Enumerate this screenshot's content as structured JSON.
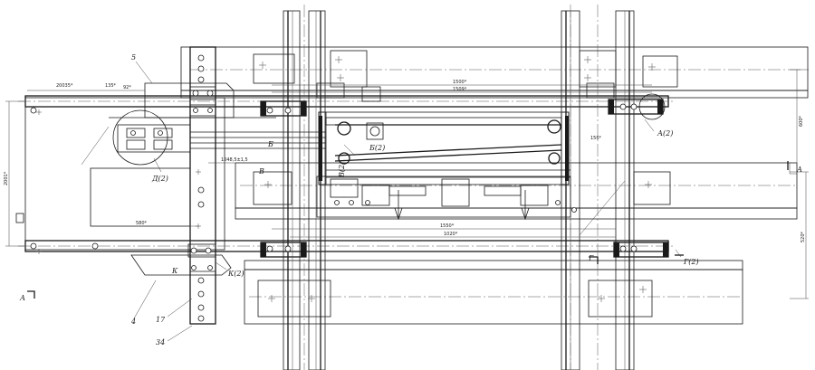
{
  "drawing": {
    "dimensions": {
      "d_20035": "20035*",
      "d_135": "135*",
      "d_92": "92*",
      "d_1500": "1500*",
      "d_1509": "1509*",
      "d_1048": "1048,5±1,5",
      "d_580": "580*",
      "d_1020": "1020*",
      "d_1550": "1550*",
      "d_156": "156*",
      "d_600": "600*",
      "d_520": "520*",
      "d_2001": "2001*"
    },
    "callouts": {
      "A2": "А(2)",
      "B2": "Б(2)",
      "V2": "В(2)",
      "G2": "Г(2)",
      "D2": "Д(2)",
      "K2": "К(2)",
      "B": "Б",
      "V": "В",
      "K": "К",
      "G": "Г",
      "A_right": "А",
      "A_left": "А"
    },
    "positions": {
      "p5": "5",
      "p4": "4",
      "p17": "17",
      "p34": "34"
    }
  }
}
